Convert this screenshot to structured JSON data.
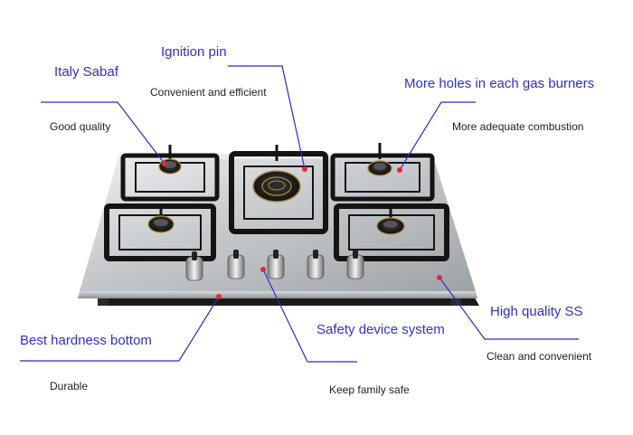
{
  "colors": {
    "title": "#2f2fd6",
    "leader_line": "#2b2bd1",
    "marker_dot": "#e2283a",
    "steel": "#c9ccd0",
    "grate": "#1a1a1a"
  },
  "callouts": [
    {
      "id": "italy-sabaf",
      "title": "Italy Sabaf",
      "desc": "Good quality"
    },
    {
      "id": "ignition-pin",
      "title": "Ignition pin",
      "desc": "Convenient and efficient"
    },
    {
      "id": "more-holes",
      "title": "More holes in each gas burners",
      "desc": "More adequate combustion"
    },
    {
      "id": "high-quality-ss",
      "title": "High quality SS",
      "desc": "Clean and convenient"
    },
    {
      "id": "safety-device",
      "title": "Safety device system",
      "desc": "Keep family safe"
    },
    {
      "id": "best-hardness",
      "title": "Best hardness bottom",
      "desc": "Durable"
    }
  ],
  "product": {
    "name": "gas-hob-5-burner",
    "burner_count": 5,
    "knob_count": 5
  }
}
